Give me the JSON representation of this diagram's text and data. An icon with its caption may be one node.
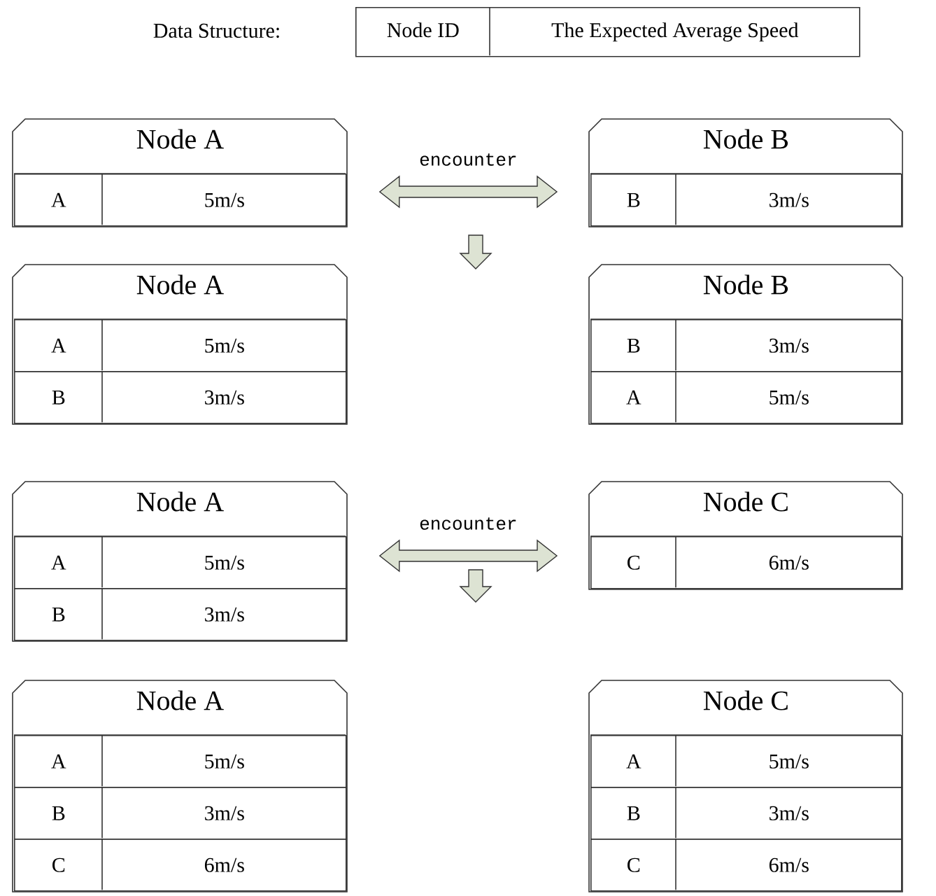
{
  "diagram": {
    "nodes": [
      {
        "text": [
          "Node ID",
          "The Expected Average Speed"
        ]
      },
      {
        "text": [
          "Node A"
        ]
      },
      {
        "text": [
          "A",
          "5m/s"
        ],
        "in": 1
      },
      {
        "text": [
          "Node B"
        ]
      },
      {
        "text": [
          "B",
          "3m/s"
        ],
        "in": 3
      },
      {
        "text": [
          "Node A"
        ]
      },
      {
        "text": [
          "A",
          "5m/s"
        ],
        "in": 5
      },
      {
        "text": [
          "B",
          "3m/s"
        ],
        "in": 5
      },
      {
        "text": [
          "Node B"
        ]
      },
      {
        "text": [
          "B",
          "3m/s"
        ],
        "in": 8
      },
      {
        "text": [
          "A",
          "5m/s"
        ],
        "in": 8
      },
      {
        "text": [
          "Node A"
        ]
      },
      {
        "text": [
          "A",
          "5m/s"
        ],
        "in": 11
      },
      {
        "text": [
          "B",
          "3m/s"
        ],
        "in": 11
      },
      {
        "text": [
          "Node C"
        ]
      },
      {
        "text": [
          "C",
          "6m/s"
        ],
        "in": 14
      },
      {
        "text": [
          "Node A"
        ]
      },
      {
        "text": [
          "A",
          "5m/s"
        ],
        "in": 16
      },
      {
        "text": [
          "B",
          "3m/s"
        ],
        "in": 16
      },
      {
        "text": [
          "C",
          "6m/s"
        ],
        "in": 16
      },
      {
        "text": [
          "Node C"
        ]
      },
      {
        "text": [
          "A",
          "5m/s"
        ],
        "in": 20
      },
      {
        "text": [
          "B",
          "3m/s"
        ],
        "in": 20
      },
      {
        "text": [
          "C",
          "6m/s"
        ],
        "in": 20
      }
    ],
    "edges": [
      {
        "from": 1,
        "to": 3,
        "arrow": "both",
        "label": "encounter"
      },
      {
        "from": 11,
        "to": 14,
        "arrow": "both",
        "label": "encounter"
      }
    ],
    "labels": [
      "Data Structure:"
    ]
  }
}
